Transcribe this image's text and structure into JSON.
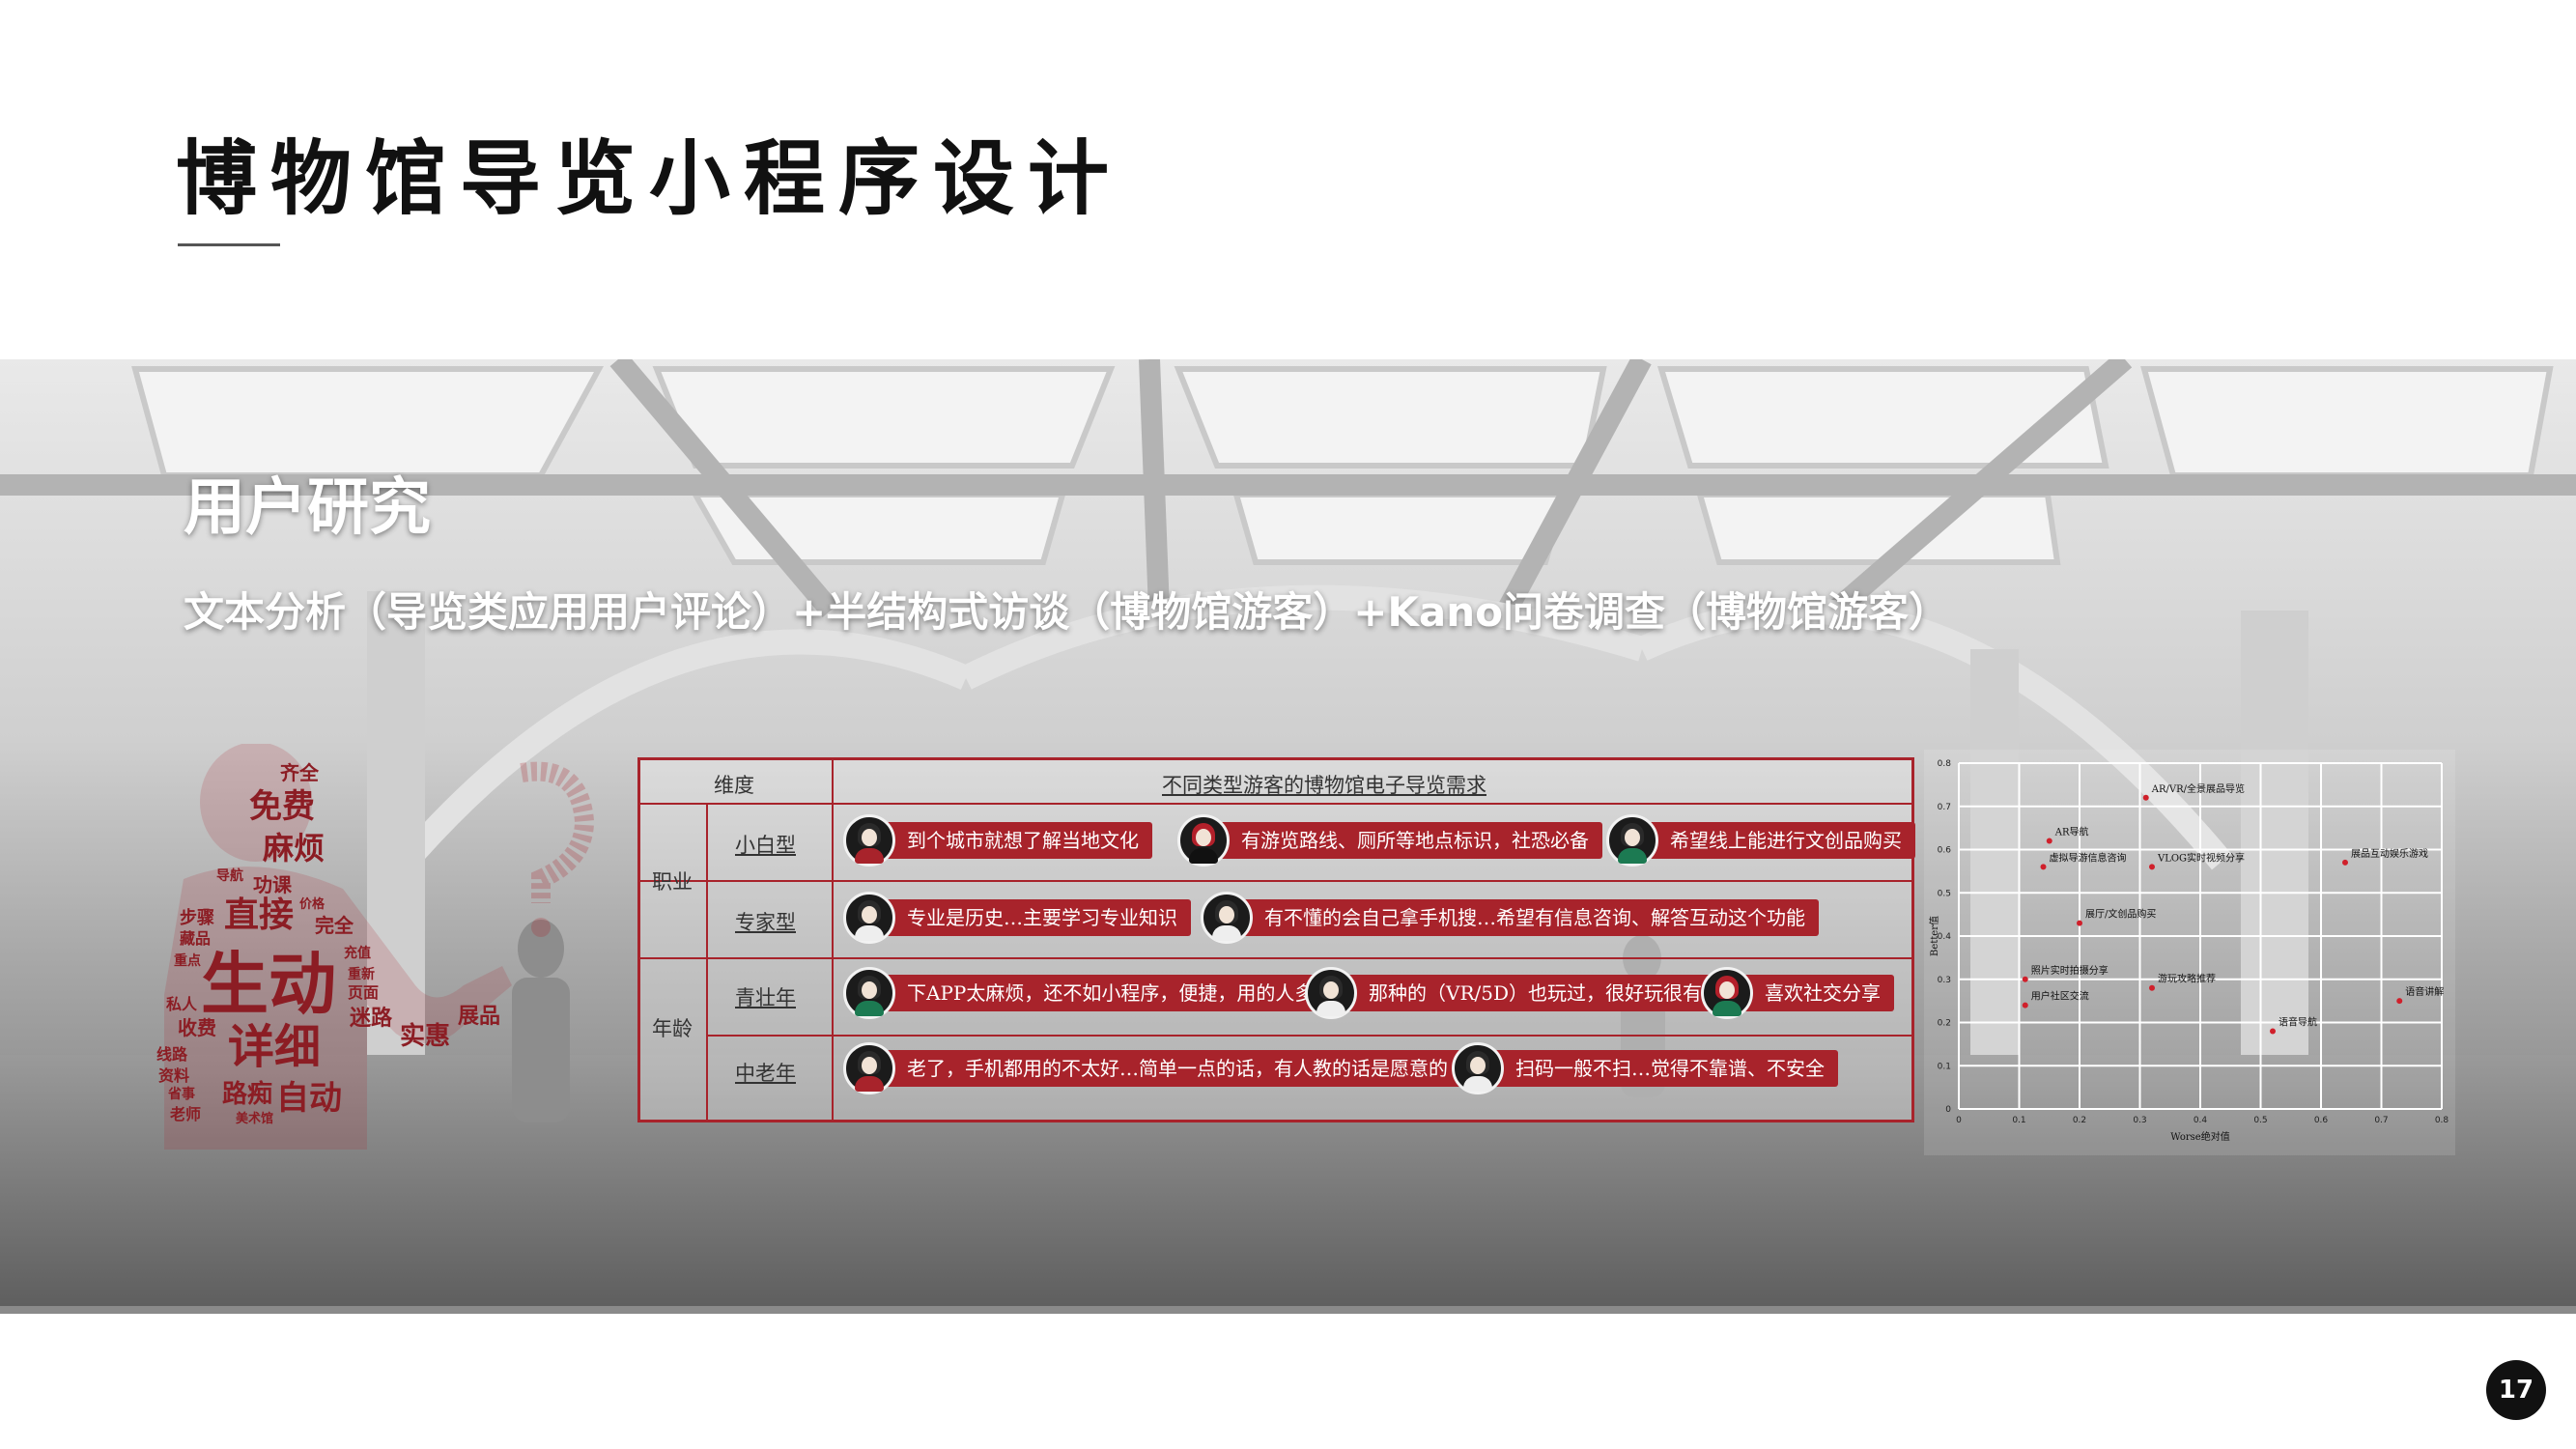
{
  "title": "博物馆导览小程序设计",
  "section": {
    "title": "用户研究",
    "subtitle": "文本分析（导览类应用用户评论）+半结构式访谈（博物馆游客）+Kano问卷调查（博物馆游客）"
  },
  "word_cloud": {
    "words": [
      "齐全",
      "免费",
      "麻烦",
      "导航",
      "功课",
      "直接",
      "价格",
      "完全",
      "步骤",
      "藏品",
      "生动",
      "私人",
      "重点",
      "页面",
      "迷路",
      "收费",
      "详细",
      "实惠",
      "展品",
      "线路",
      "资料",
      "省事",
      "路痴",
      "自动",
      "老师",
      "美术馆",
      "充值",
      "重新"
    ]
  },
  "table": {
    "header_dimension": "维度",
    "header_needs": "不同类型游客的博物馆电子导览需求",
    "group_occupation": "职业",
    "group_age": "年龄",
    "rows": [
      {
        "label": "小白型",
        "quotes": [
          {
            "text": "到个城市就想了解当地文化",
            "avatar": "male"
          },
          {
            "text": "有游览路线、厕所等地点标识，社恐必备",
            "avatar": "female"
          },
          {
            "text": "希望线上能进行文创品购买",
            "avatar": "female-green"
          }
        ]
      },
      {
        "label": "专家型",
        "quotes": [
          {
            "text": "专业是历史…主要学习专业知识",
            "avatar": "female"
          },
          {
            "text": "有不懂的会自己拿手机搜…希望有信息咨询、解答互动这个功能",
            "avatar": "male-glasses"
          }
        ]
      },
      {
        "label": "青壮年",
        "quotes": [
          {
            "text": "下APP太麻烦，还不如小程序，便捷，用的人多",
            "avatar": "female-green"
          },
          {
            "text": "那种的（VR/5D）也玩过，很好玩很有趣",
            "avatar": "female"
          },
          {
            "text": "喜欢社交分享",
            "avatar": "female-red"
          }
        ]
      },
      {
        "label": "中老年",
        "quotes": [
          {
            "text": "老了，手机都用的不太好…简单一点的话，有人教的话是愿意的",
            "avatar": "male"
          },
          {
            "text": "扫码一般不扫…觉得不靠谱、不安全",
            "avatar": "male-glasses"
          }
        ]
      }
    ]
  },
  "chart_data": {
    "type": "scatter",
    "xlabel": "Worse绝对值",
    "ylabel": "Better值",
    "xlim": [
      0,
      0.8
    ],
    "ylim": [
      0,
      0.8
    ],
    "xticks": [
      "0",
      "0.1",
      "0.2",
      "0.3",
      "0.4",
      "0.5",
      "0.6",
      "0.7",
      "0.8"
    ],
    "yticks": [
      "0",
      "0.1",
      "0.2",
      "0.3",
      "0.4",
      "0.5",
      "0.6",
      "0.7",
      "0.8"
    ],
    "grid": true,
    "points": [
      {
        "label": "AR/VR/全景展品导览",
        "x": 0.31,
        "y": 0.72
      },
      {
        "label": "AR导航",
        "x": 0.15,
        "y": 0.62
      },
      {
        "label": "虚拟导游信息咨询",
        "x": 0.14,
        "y": 0.56
      },
      {
        "label": "VLOG实时视频分享",
        "x": 0.32,
        "y": 0.56
      },
      {
        "label": "展品互动娱乐游戏",
        "x": 0.64,
        "y": 0.57
      },
      {
        "label": "展厅/文创品购买",
        "x": 0.2,
        "y": 0.43
      },
      {
        "label": "照片实时拍摄分享",
        "x": 0.11,
        "y": 0.3
      },
      {
        "label": "游玩攻略推荐",
        "x": 0.32,
        "y": 0.28
      },
      {
        "label": "用户社区交流",
        "x": 0.11,
        "y": 0.24
      },
      {
        "label": "语音讲解",
        "x": 0.73,
        "y": 0.25
      },
      {
        "label": "语音导航",
        "x": 0.52,
        "y": 0.18
      }
    ]
  },
  "page_number": "17"
}
